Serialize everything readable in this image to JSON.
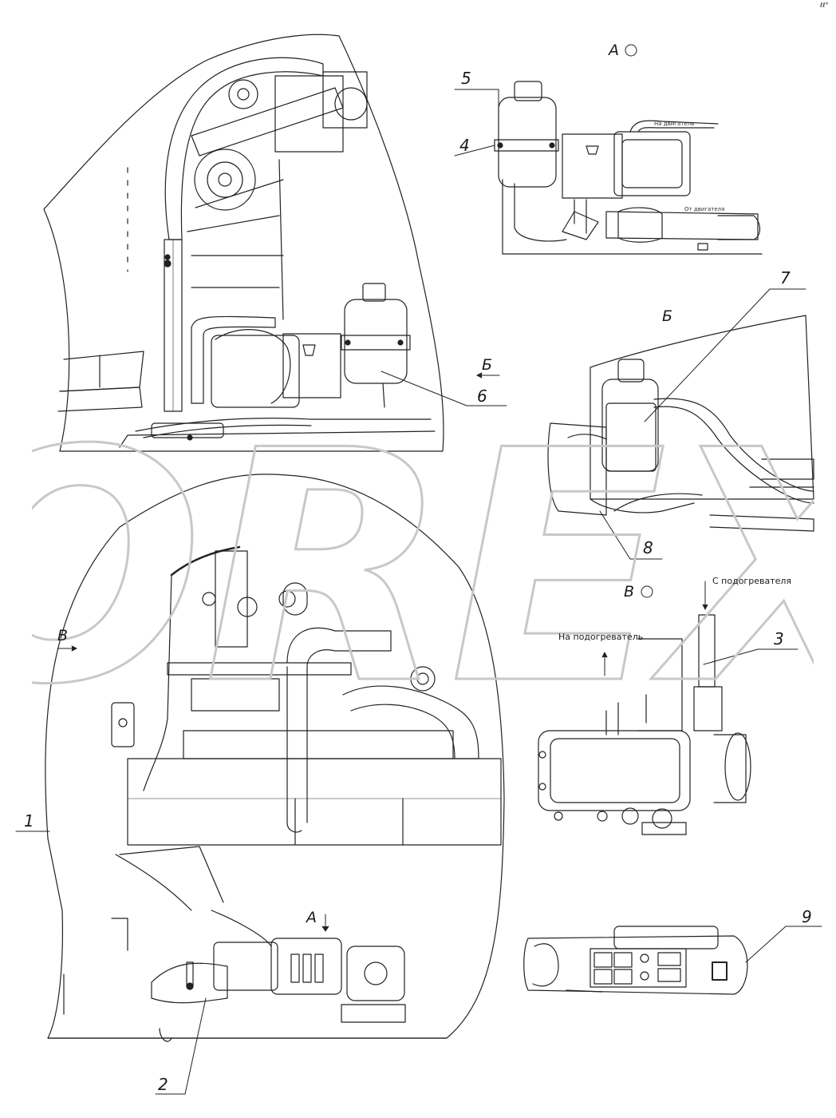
{
  "top_corner_mark": "ℓℓ°",
  "views": {
    "a": "А",
    "b": "Б",
    "v": "В"
  },
  "callouts": {
    "n1": "1",
    "n2": "2",
    "n3": "3",
    "n4": "4",
    "n5": "5",
    "n6": "6",
    "n7": "7",
    "n8": "8",
    "n9": "9"
  },
  "notes": {
    "from_heater": "С подогревателя",
    "to_heater": "На подогреватель",
    "tag_to_engine": "На двигатель",
    "tag_from_engine": "От двигателя"
  },
  "watermark": "OREX"
}
